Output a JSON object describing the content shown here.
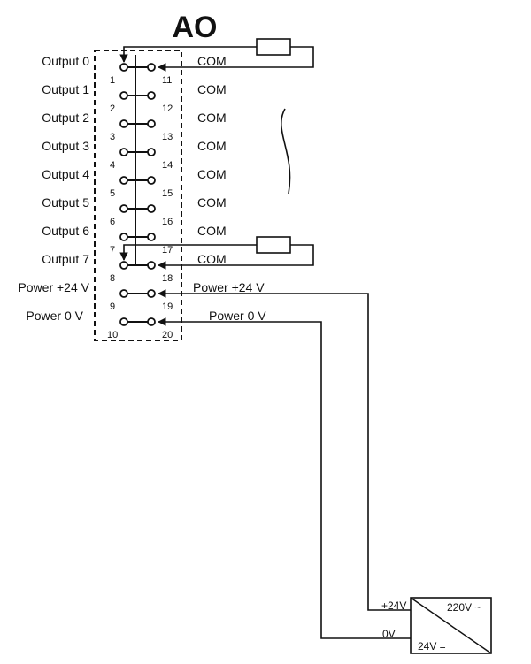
{
  "title": "AO",
  "outputs": [
    "Output 0",
    "Output 1",
    "Output 2",
    "Output 3",
    "Output 4",
    "Output 5",
    "Output 6",
    "Output 7"
  ],
  "power_left": [
    "Power +24 V",
    "Power 0 V"
  ],
  "left_pins": [
    "1",
    "2",
    "3",
    "4",
    "5",
    "6",
    "7",
    "8",
    "9",
    "10"
  ],
  "right_pins": [
    "11",
    "12",
    "13",
    "14",
    "15",
    "16",
    "17",
    "18",
    "19",
    "20"
  ],
  "com_labels": [
    "COM",
    "COM",
    "COM",
    "COM",
    "COM",
    "COM",
    "COM",
    "COM"
  ],
  "power_right": [
    "Power +24 V",
    "Power 0 V"
  ],
  "psu": {
    "plus_label": "+24V",
    "zero_label": "0V",
    "ac_label": "220V ~",
    "dc_label": "24V ="
  }
}
